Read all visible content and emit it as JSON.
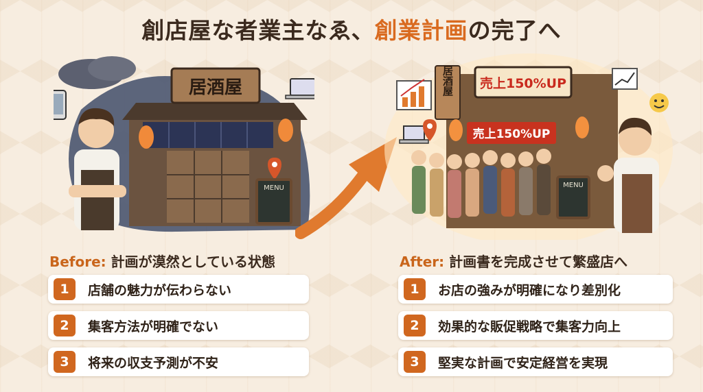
{
  "title": {
    "main": "創店屋な者業主なゑ、",
    "accent": "創業計画",
    "tail": "の完了へ"
  },
  "before": {
    "tag": "Before:",
    "heading": " 計画が漠然としている状態",
    "sign": "居酒屋",
    "menu": "MENU",
    "items": [
      {
        "num": "1",
        "text": "店舗の魅力が伝わらない"
      },
      {
        "num": "2",
        "text": "集客方法が明確でない"
      },
      {
        "num": "3",
        "text": "将来の収支予測が不安"
      }
    ]
  },
  "after": {
    "tag": "After:",
    "heading": " 計画書を完成させて繁盛店へ",
    "sign": "居酒屋",
    "banner_top": "売上150%UP",
    "banner_mid": "売上150%UP",
    "menu": "MENU",
    "items": [
      {
        "num": "1",
        "text": "お店の強みが明確になり差別化"
      },
      {
        "num": "2",
        "text": "効果的な販促戦略で集客力向上"
      },
      {
        "num": "3",
        "text": "堅実な計画で安定経営を実現"
      }
    ]
  },
  "colors": {
    "accent": "#d96a1f",
    "number_badge": "#d0671f",
    "background": "#f7ede0"
  }
}
